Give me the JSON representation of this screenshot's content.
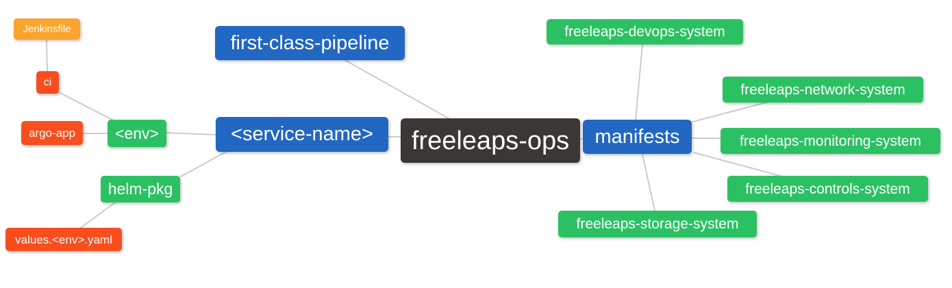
{
  "palette": {
    "root_bg": "#3b3735",
    "primary_bg": "#2267c2",
    "success_bg": "#2bc163",
    "danger_bg": "#f84e1d",
    "warning_bg": "#f9a42c",
    "edge_color": "#cccccc",
    "text_color": "#ffffff",
    "canvas_bg": "#ffffff"
  },
  "nodes": {
    "jenkinsfile": {
      "label": "Jenkinsfile",
      "color": "warning"
    },
    "ci": {
      "label": "ci",
      "color": "danger"
    },
    "argo_app": {
      "label": "argo-app",
      "color": "danger"
    },
    "env": {
      "label": "<env>",
      "color": "success"
    },
    "helm_pkg": {
      "label": "helm-pkg",
      "color": "success"
    },
    "values_env_yaml": {
      "label": "values.<env>.yaml",
      "color": "danger"
    },
    "first_class_pipeline": {
      "label": "first-class-pipeline",
      "color": "primary"
    },
    "service_name": {
      "label": "<service-name>",
      "color": "primary"
    },
    "freeleaps_ops": {
      "label": "freeleaps-ops",
      "color": "root"
    },
    "manifests": {
      "label": "manifests",
      "color": "primary"
    },
    "devops_system": {
      "label": "freeleaps-devops-system",
      "color": "success"
    },
    "network_system": {
      "label": "freeleaps-network-system",
      "color": "success"
    },
    "monitoring_system": {
      "label": "freeleaps-monitoring-system",
      "color": "success"
    },
    "controls_system": {
      "label": "freeleaps-controls-system",
      "color": "success"
    },
    "storage_system": {
      "label": "freeleaps-storage-system",
      "color": "success"
    }
  },
  "edges": [
    {
      "from": "jenkinsfile",
      "to": "ci"
    },
    {
      "from": "ci",
      "to": "env"
    },
    {
      "from": "argo_app",
      "to": "env"
    },
    {
      "from": "env",
      "to": "service_name"
    },
    {
      "from": "helm_pkg",
      "to": "service_name"
    },
    {
      "from": "helm_pkg",
      "to": "values_env_yaml"
    },
    {
      "from": "first_class_pipeline",
      "to": "freeleaps_ops"
    },
    {
      "from": "service_name",
      "to": "freeleaps_ops"
    },
    {
      "from": "freeleaps_ops",
      "to": "manifests"
    },
    {
      "from": "manifests",
      "to": "devops_system"
    },
    {
      "from": "manifests",
      "to": "network_system"
    },
    {
      "from": "manifests",
      "to": "monitoring_system"
    },
    {
      "from": "manifests",
      "to": "controls_system"
    },
    {
      "from": "manifests",
      "to": "storage_system"
    }
  ]
}
